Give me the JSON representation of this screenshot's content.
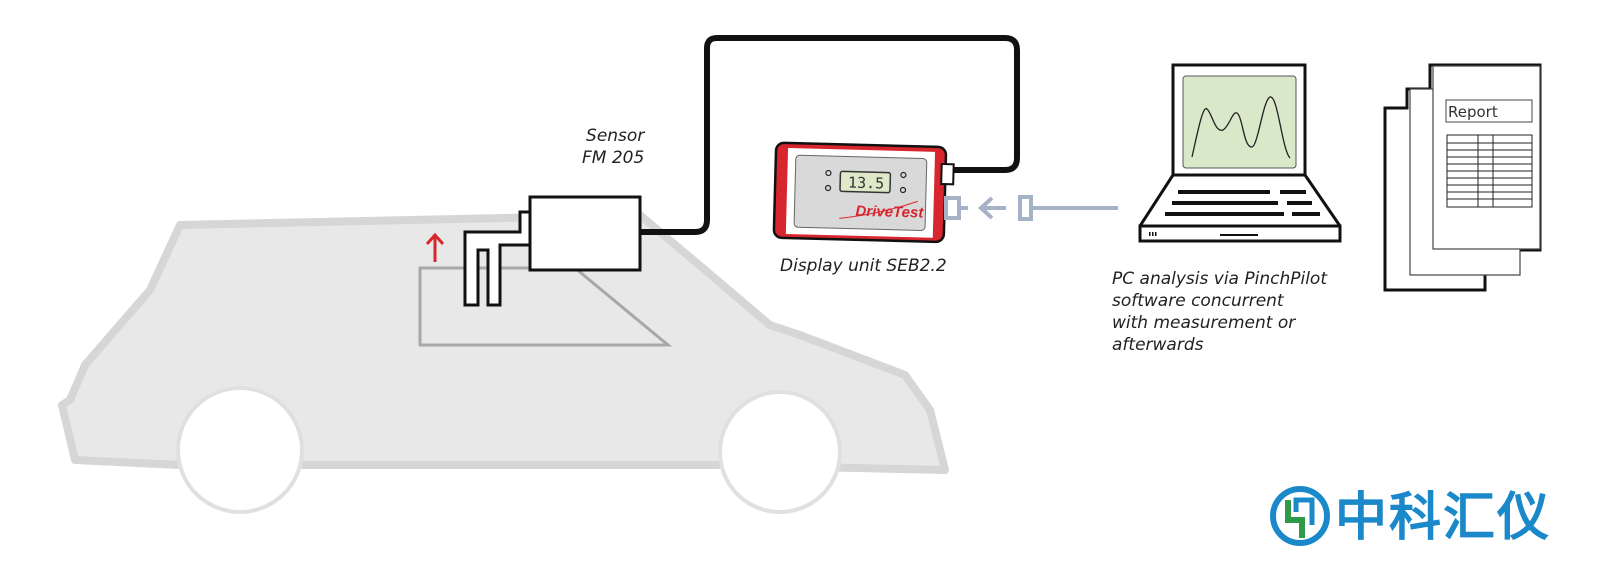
{
  "labels": {
    "sensor": [
      "Sensor",
      "FM 205"
    ],
    "display": "Display unit SEB2.2",
    "pc": [
      "PC analysis via PinchPilot",
      "software concurrent",
      "with measurement or",
      "afterwards"
    ]
  },
  "display_unit": {
    "reading": "13.5",
    "brand": "DriveTest"
  },
  "report": {
    "title": "Report"
  },
  "logo": {
    "text": "中科汇仪"
  },
  "colors": {
    "car": "#e6e6e6",
    "car_outline": "#d4d4d4",
    "accent_red": "#d7262e",
    "screen_green": "#d8e8c9",
    "connector": "#a6b3c7",
    "logo_blue": "#1a88c9",
    "logo_green": "#2e9a4a"
  }
}
